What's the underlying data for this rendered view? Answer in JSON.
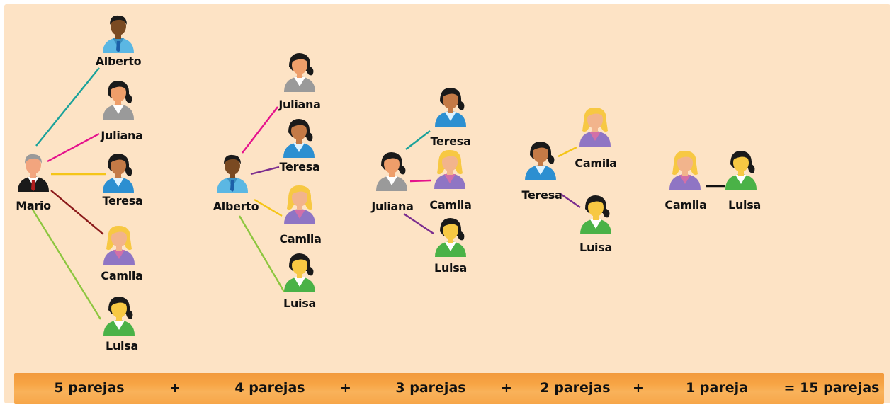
{
  "colors": {
    "background": "#fde3c5",
    "bar": "#f7a444",
    "teal": "#1aa29a",
    "magenta": "#e5128c",
    "yellow": "#f5c518",
    "darkred": "#8b1a1a",
    "green": "#8dc63f",
    "purple": "#7b2d8e",
    "black": "#111111"
  },
  "people": {
    "mario": "Mario",
    "alberto": "Alberto",
    "juliana": "Juliana",
    "teresa": "Teresa",
    "camila": "Camila",
    "luisa": "Luisa"
  },
  "summary": {
    "group1": "5 parejas",
    "group2": "4 parejas",
    "group3": "3 parejas",
    "group4": "2 parejas",
    "group5": "1 pareja",
    "plus": "+",
    "total": "= 15 parejas"
  },
  "icons": [
    "man-gray-hair-icon",
    "man-blue-shirt-icon",
    "woman-gray-shirt-icon",
    "woman-blue-shirt-icon",
    "woman-blonde-purple-icon",
    "woman-green-shirt-icon"
  ]
}
